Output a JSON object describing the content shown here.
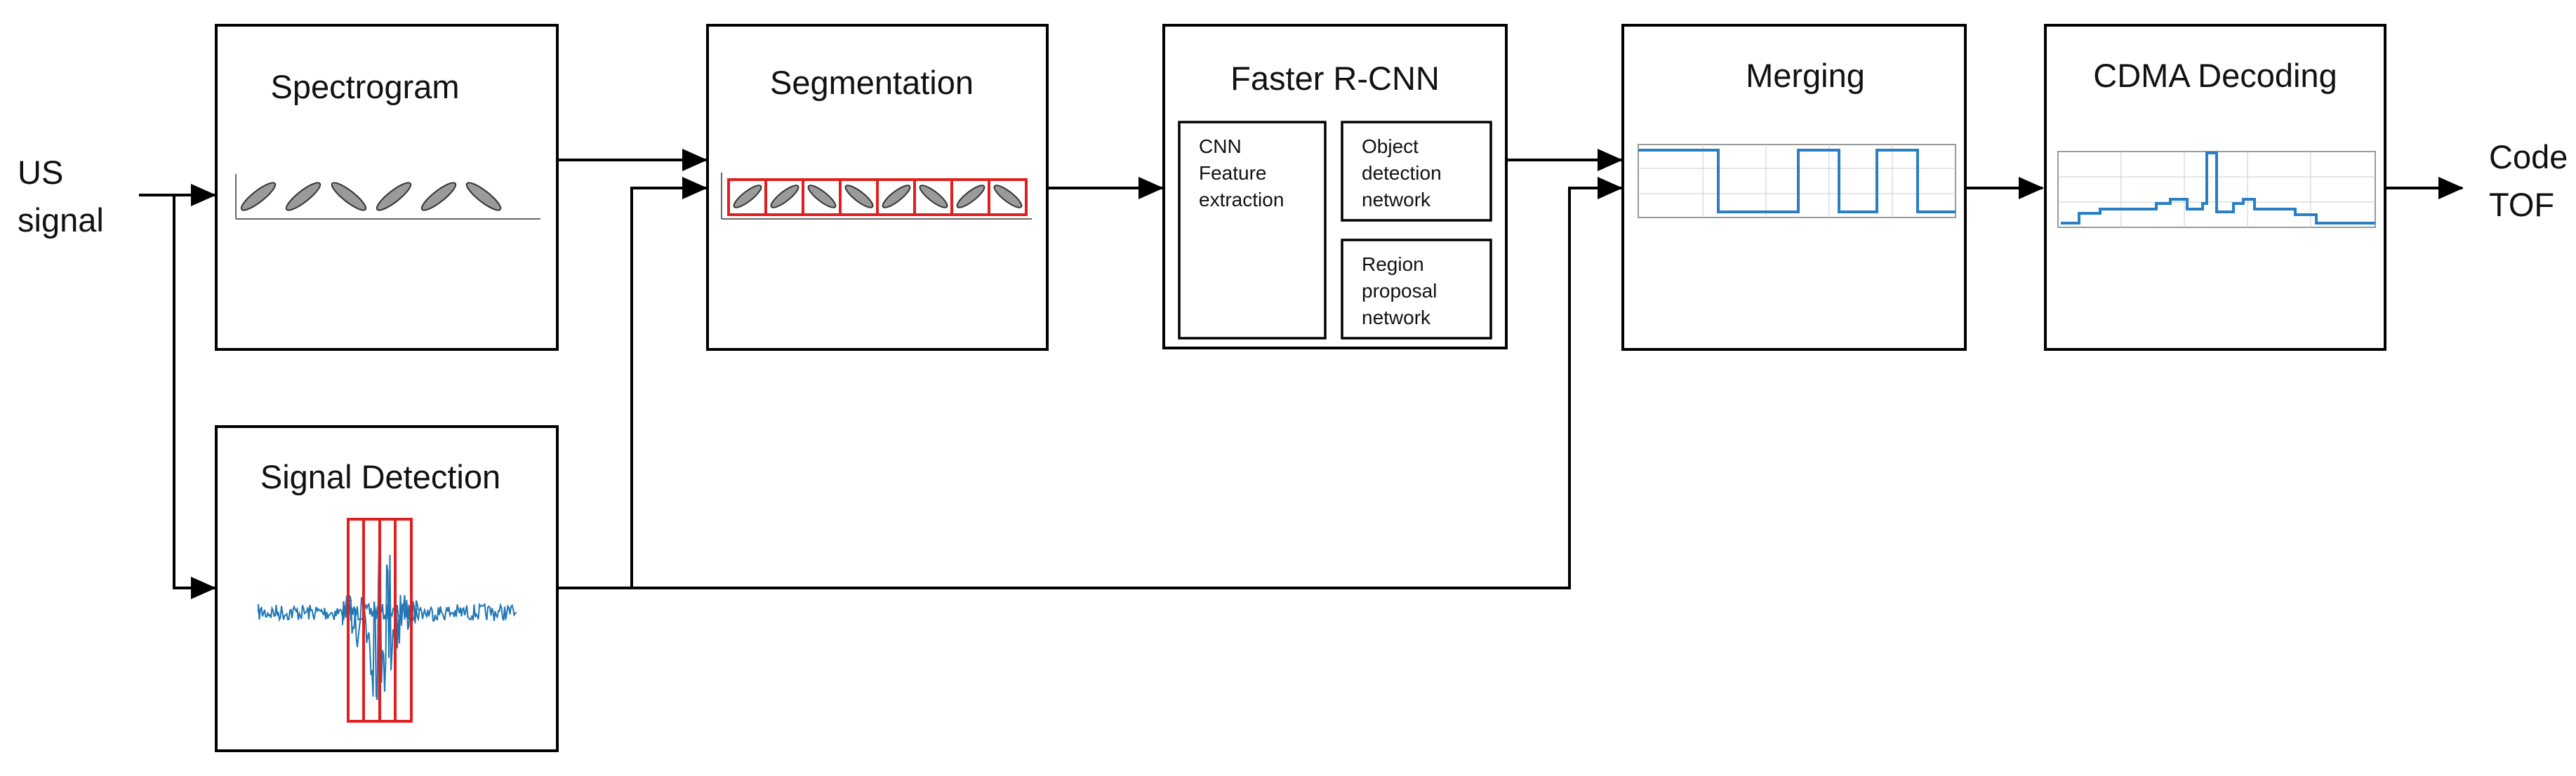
{
  "input": {
    "line1": "US",
    "line2": "signal"
  },
  "output": {
    "line1": "Code",
    "line2": "TOF"
  },
  "blocks": {
    "spectrogram": {
      "title": "Spectrogram"
    },
    "signal_detection": {
      "title": "Signal Detection"
    },
    "segmentation": {
      "title": "Segmentation"
    },
    "faster_rcnn": {
      "title": "Faster R-CNN",
      "cnn": {
        "line1": "CNN",
        "line2": "Feature",
        "line3": "extraction"
      },
      "odn": {
        "line1": "Object",
        "line2": "detection",
        "line3": "network"
      },
      "rpn": {
        "line1": "Region",
        "line2": "proposal",
        "line3": "network"
      }
    },
    "merging": {
      "title": "Merging"
    },
    "cdma": {
      "title": "CDMA Decoding"
    }
  },
  "colors": {
    "box_stroke": "#000000",
    "signal_blue": "#1f77b4",
    "detection_red": "#e02020",
    "trace_blue": "#2a7fc4",
    "grid": "#cccccc"
  },
  "icons": {
    "spectrogram": "spectrogram-ellipses-thumbnail",
    "segmentation": "segmented-spectrogram-thumbnail",
    "signal": "waveform-with-detection-windows",
    "merging": "square-wave-plot",
    "cdma": "correlation-plot"
  }
}
